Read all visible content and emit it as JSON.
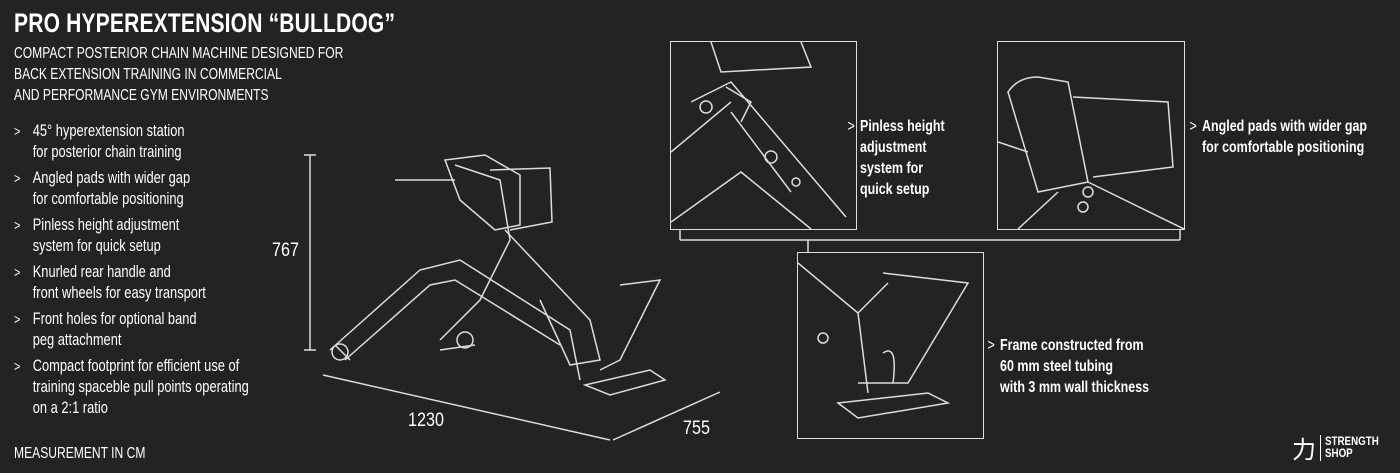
{
  "header": {
    "title": "PRO HYPEREXTENSION “BULLDOG”",
    "subtitle_lines": [
      "COMPACT POSTERIOR CHAIN MACHINE DESIGNED FOR",
      "BACK EXTENSION TRAINING IN COMMERCIAL",
      "AND PERFORMANCE GYM ENVIRONMENTS"
    ]
  },
  "features": [
    {
      "lines": [
        "45° hyperextension station",
        "for posterior chain training"
      ]
    },
    {
      "lines": [
        "Angled pads with wider gap",
        "for comfortable positioning"
      ]
    },
    {
      "lines": [
        "Pinless height adjustment",
        "system for quick setup"
      ]
    },
    {
      "lines": [
        "Knurled rear handle and",
        "front wheels for easy transport"
      ]
    },
    {
      "lines": [
        "Front holes for optional band",
        "peg attachment"
      ]
    },
    {
      "lines": [
        "Compact footprint for efficient use of",
        "training spaceble pull points operating",
        "on a 2:1 ratio"
      ]
    }
  ],
  "bullet_marker": ">",
  "measurement_note": "MEASUREMENT IN CM",
  "dimensions": {
    "height": "767",
    "length": "1230",
    "width": "755"
  },
  "details": [
    {
      "lines": [
        "Pinless height",
        "adjustment",
        "system for",
        "quick setup"
      ]
    },
    {
      "lines": [
        "Angled pads with wider gap",
        "for comfortable positioning"
      ]
    },
    {
      "lines": [
        "Frame constructed from",
        "60 mm steel tubing",
        "with 3 mm wall thickness"
      ]
    }
  ],
  "logo": {
    "glyph": "力",
    "line1": "STRENGTH",
    "line2": "SHOP"
  }
}
